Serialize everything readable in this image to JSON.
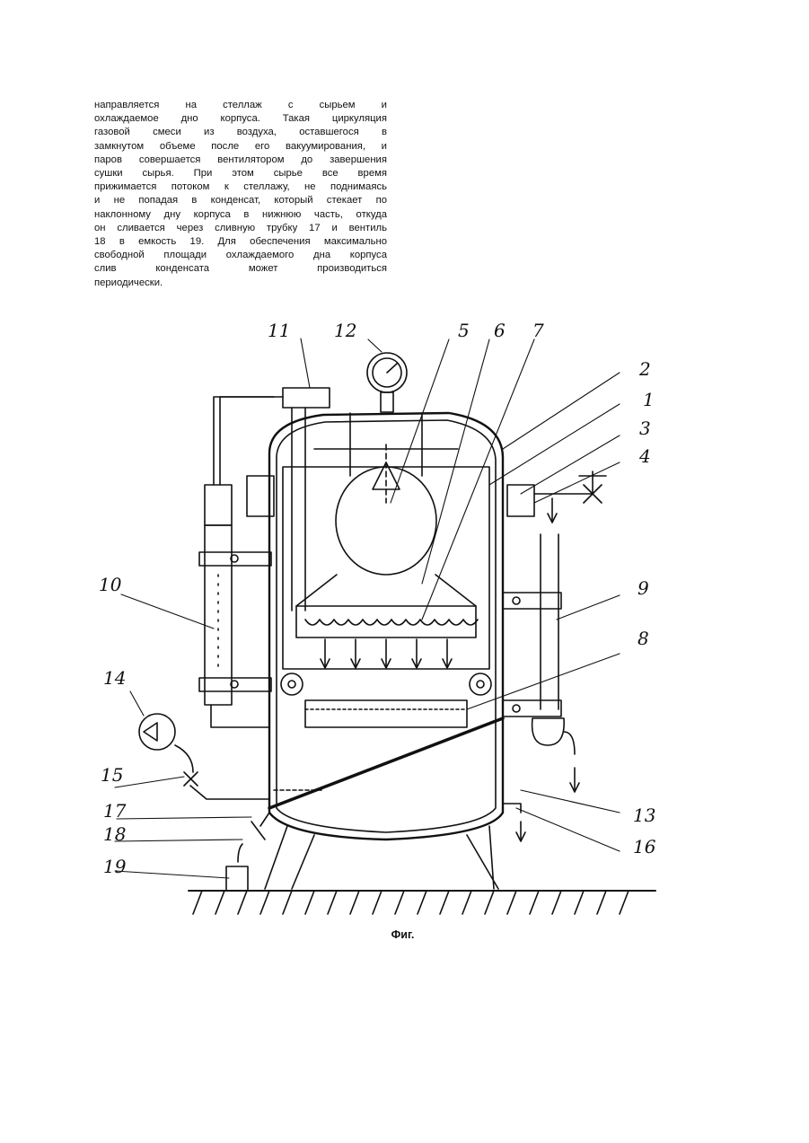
{
  "paragraph": {
    "lines": [
      "направляется на стеллаж с сырьем и",
      "охлаждаемое дно корпуса. Такая циркуляция",
      "газовой смеси из воздуха, оставшегося в",
      "замкнутом объеме после его вакуумирования, и",
      "паров совершается вентилятором до завершения",
      "сушки сырья. При этом сырье все время",
      "прижимается потоком к стеллажу, не поднимаясь",
      "и не попадая в конденсат, который стекает по",
      "наклонному дну корпуса в нижнюю часть, откуда",
      "он сливается через сливную трубку 17 и вентиль",
      "18 в емкость 19. Для обеспечения максимально",
      "свободной площади охлаждаемого дна корпуса",
      "слив конденсата может производиться",
      "периодически."
    ]
  },
  "figure": {
    "caption": "Фиг.",
    "labels": {
      "l1": "1",
      "l2": "2",
      "l3": "3",
      "l4": "4",
      "l5": "5",
      "l6": "6",
      "l7": "7",
      "l8": "8",
      "l9": "9",
      "l10": "10",
      "l11": "11",
      "l12": "12",
      "l13": "13",
      "l14": "14",
      "l15": "15",
      "l16": "16",
      "l17": "17",
      "l18": "18",
      "l19": "19"
    }
  }
}
